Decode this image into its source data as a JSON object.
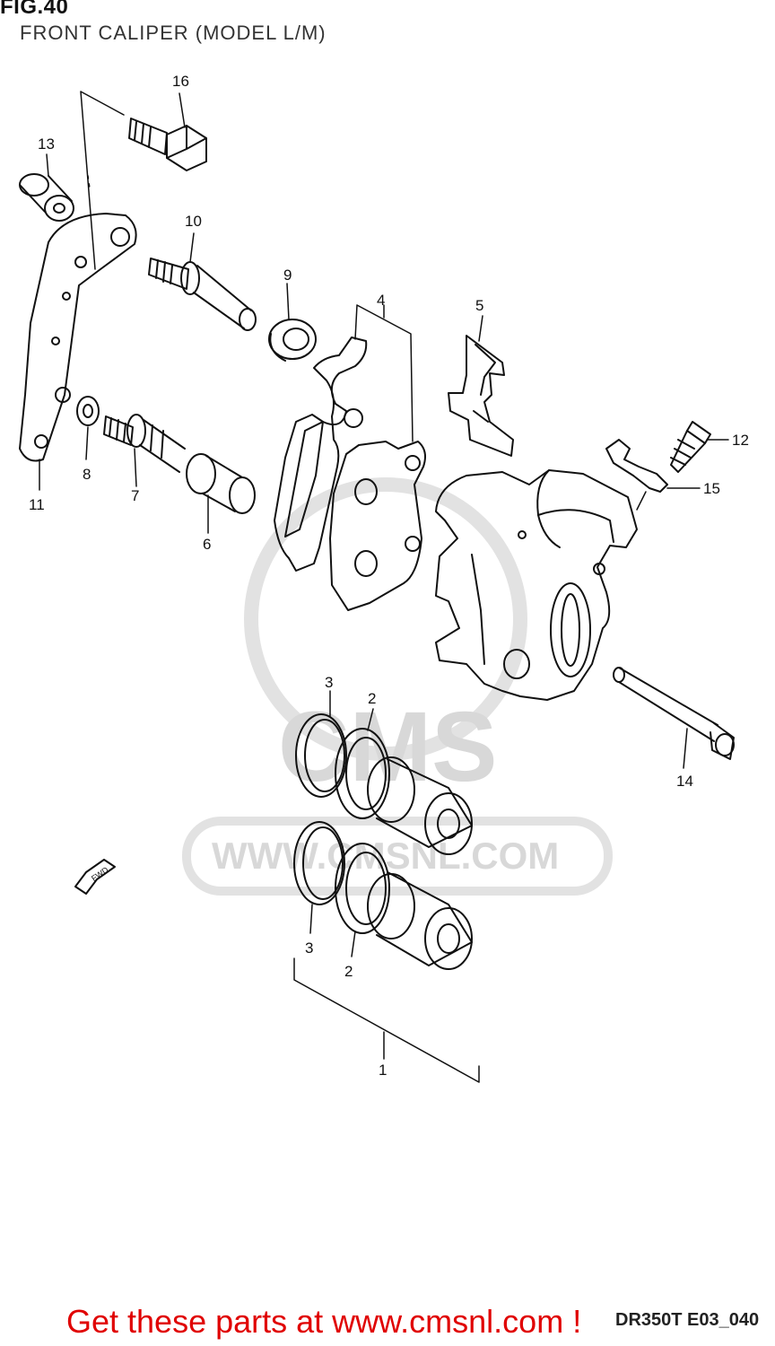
{
  "figure": {
    "title": "FIG.40",
    "subtitle": "FRONT CALIPER (MODEL L/M)"
  },
  "labels": [
    "1",
    "2",
    "2",
    "3",
    "3",
    "4",
    "5",
    "6",
    "7",
    "8",
    "9",
    "10",
    "11",
    "12",
    "13",
    "14",
    "15",
    "16"
  ],
  "direction": "FWD",
  "watermark": {
    "brand": "CMS",
    "url": "WWW.CMSNL.COM"
  },
  "drawing_code": "DR350T E03_040",
  "footer": "Get these parts at www.cmsnl.com !",
  "colors": {
    "footer_text": "#e00000",
    "line": "#111111",
    "watermark": "#d8d8d8"
  }
}
